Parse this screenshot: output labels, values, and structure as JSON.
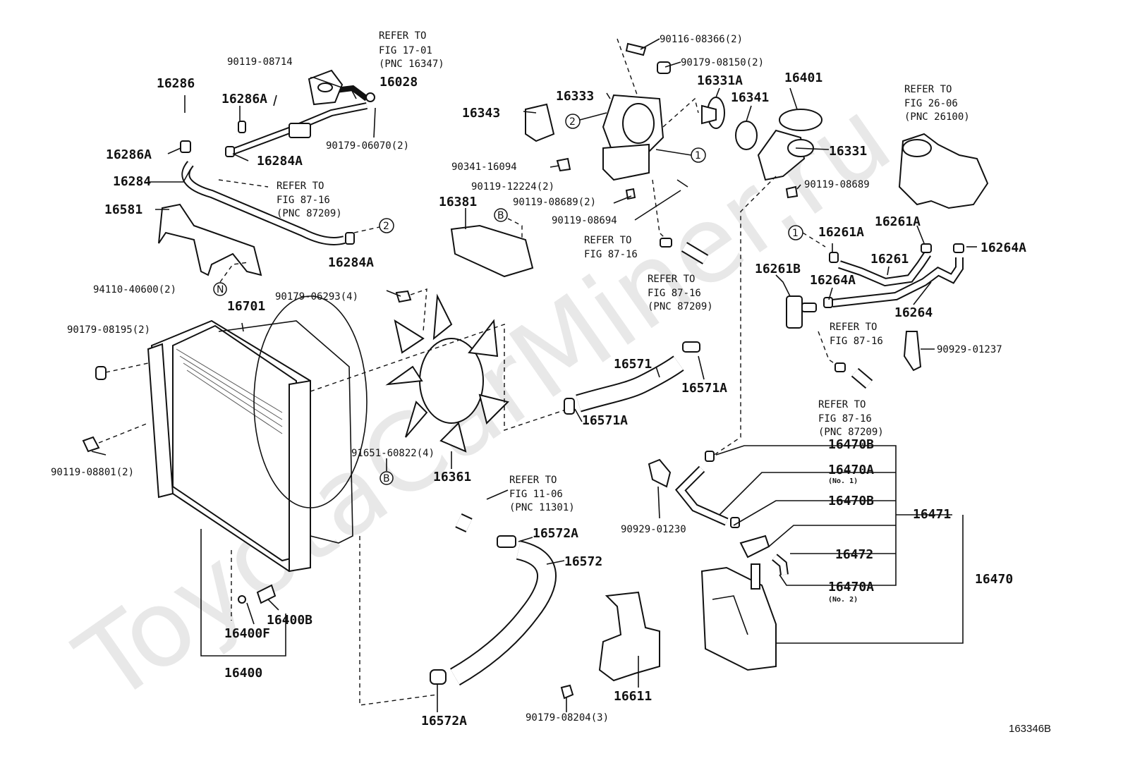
{
  "watermark": "ToyotaCarMiner.ru",
  "figure_code": "163346B",
  "callout_1": "1",
  "callout_2": "2",
  "callout_B": "B",
  "callout_N": "N",
  "labels": {
    "p16286": "16286",
    "p16286A_top": "16286A",
    "p16286A_left": "16286A",
    "p90119_08714": "90119-08714",
    "p16028": "16028",
    "p90179_06070": "90179-06070(2)",
    "p16284A_top": "16284A",
    "p16284": "16284",
    "p16581": "16581",
    "p16284A_bottom": "16284A",
    "p94110_40600": "94110-40600(2)",
    "p16701": "16701",
    "p90179_08195": "90179-08195(2)",
    "p90119_08801": "90119-08801(2)",
    "p16400F": "16400F",
    "p16400B": "16400B",
    "p16400": "16400",
    "p90179_06293": "90179-06293(4)",
    "p16361": "16361",
    "p91651_60822": "91651-60822(4)",
    "p16571": "16571",
    "p16571A_right": "16571A",
    "p16571A_bottom": "16571A",
    "p16572A_top": "16572A",
    "p16572": "16572",
    "p16572A_bottom": "16572A",
    "p16611": "16611",
    "p90179_08204": "90179-08204(3)",
    "p90116_08366": "90116-08366(2)",
    "p90179_08150": "90179-08150(2)",
    "p16331A": "16331A",
    "p16333": "16333",
    "p16341": "16341",
    "p16401": "16401",
    "p16343": "16343",
    "p16331": "16331",
    "p90341_16094": "90341-16094",
    "p90119_12224": "90119-12224(2)",
    "p16381": "16381",
    "p90119_08689_2": "90119-08689(2)",
    "p90119_08694": "90119-08694",
    "p90119_08689": "90119-08689",
    "p16261A_top": "16261A",
    "p16261A_left": "16261A",
    "p16264A_right": "16264A",
    "p16261": "16261",
    "p16261B": "16261B",
    "p16264A_left": "16264A",
    "p16264": "16264",
    "p90929_01237": "90929-01237",
    "p16470B_top": "16470B",
    "p16470A_no1": "16470A",
    "p16470B_mid": "16470B",
    "p16471": "16471",
    "p16472": "16472",
    "p16470A_no2": "16470A",
    "p16470": "16470",
    "p90929_01230": "90929-01230",
    "no1": "(No. 1)",
    "no2": "(No. 2)"
  },
  "refers": {
    "r17_01": {
      "l1": "REFER TO",
      "l2": "FIG 17-01",
      "l3": "(PNC 16347)"
    },
    "r87_16_a": {
      "l1": "REFER TO",
      "l2": "FIG 87-16",
      "l3": "(PNC 87209)"
    },
    "r87_16_b": {
      "l1": "REFER TO",
      "l2": "FIG 87-16"
    },
    "r87_16_c": {
      "l1": "REFER TO",
      "l2": "FIG 87-16",
      "l3": "(PNC 87209)"
    },
    "r26_06": {
      "l1": "REFER TO",
      "l2": "FIG 26-06",
      "l3": "(PNC 26100)"
    },
    "r87_16_d": {
      "l1": "REFER TO",
      "l2": "FIG 87-16"
    },
    "r87_16_e": {
      "l1": "REFER TO",
      "l2": "FIG 87-16",
      "l3": "(PNC 87209)"
    },
    "r11_06": {
      "l1": "REFER TO",
      "l2": "FIG 11-06",
      "l3": "(PNC 11301)"
    }
  }
}
